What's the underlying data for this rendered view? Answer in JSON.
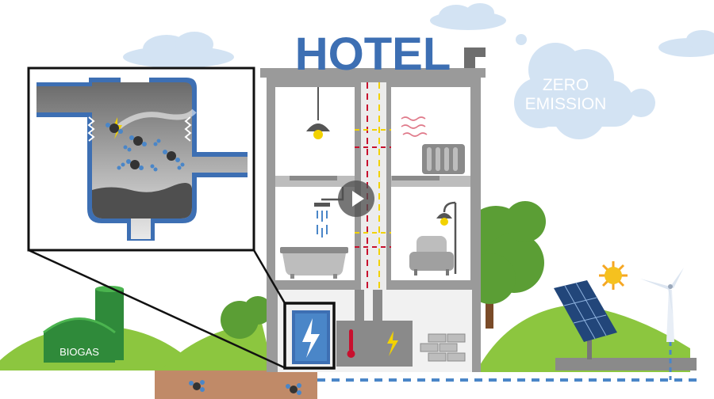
{
  "scene": {
    "hotel_sign": "HOTEL",
    "biogas_label": "BIOGAS",
    "zero_emission": [
      "ZERO",
      "EMISSION"
    ]
  },
  "icons": [
    "hotel-building",
    "biogas-digester",
    "zoom-inset",
    "ceiling-lamp",
    "radiator",
    "shower",
    "bathtub",
    "armchair",
    "floor-lamp",
    "fuel-cell-box",
    "thermometer",
    "lightning",
    "solar-panel",
    "sun",
    "wind-turbine",
    "cloud",
    "tree",
    "molecule",
    "play-button"
  ],
  "colors": {
    "hotel_blue": "#3d6fb3",
    "sky_cloud": "#d3e3f3",
    "grass": "#8cc63f",
    "tree": "#5b9e35",
    "wall": "#d8d8d8",
    "dark_grey": "#6e6e6e",
    "gas_line_red": "#c8102e",
    "gas_line_yellow": "#f2d200",
    "ground_dirt": "#c08a68"
  },
  "controls": {
    "play_label": "Play video"
  }
}
